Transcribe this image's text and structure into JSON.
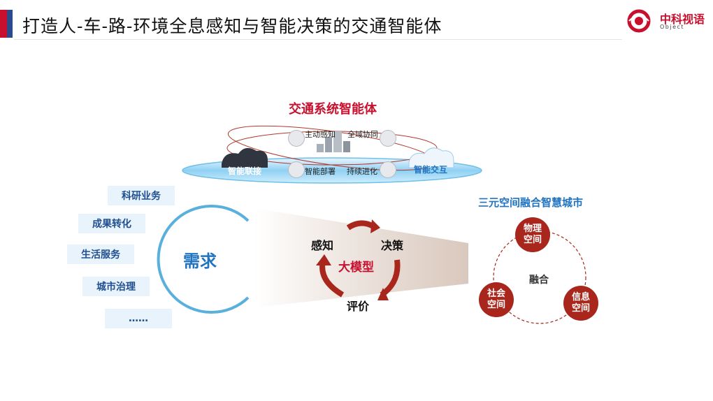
{
  "header": {
    "title": "打造人-车-路-环境全息感知与智能决策的交通智能体",
    "logo_cn": "中科视语",
    "logo_en": "Object"
  },
  "agent_panel": {
    "title": "交通系统智能体",
    "left_cloud": "智能联接",
    "right_cloud": "智能交互",
    "features": [
      "主动感知",
      "全域协同",
      "智能部署",
      "持续进化"
    ]
  },
  "demand": {
    "circle_label": "需求",
    "items": [
      "科研业务",
      "成果转化",
      "生活服务",
      "城市治理",
      "……"
    ]
  },
  "model": {
    "center": "大模型",
    "steps": [
      "感知",
      "决策",
      "评价"
    ]
  },
  "city": {
    "title": "三元空间融合智慧城市",
    "center": "融合",
    "spaces": [
      "物理空间",
      "社会空间",
      "信息空间"
    ]
  },
  "colors": {
    "accent_red": "#c8102e",
    "accent_blue": "#2b4a8b",
    "brand_blue": "#1f73c0",
    "dark_red": "#a8261b"
  }
}
